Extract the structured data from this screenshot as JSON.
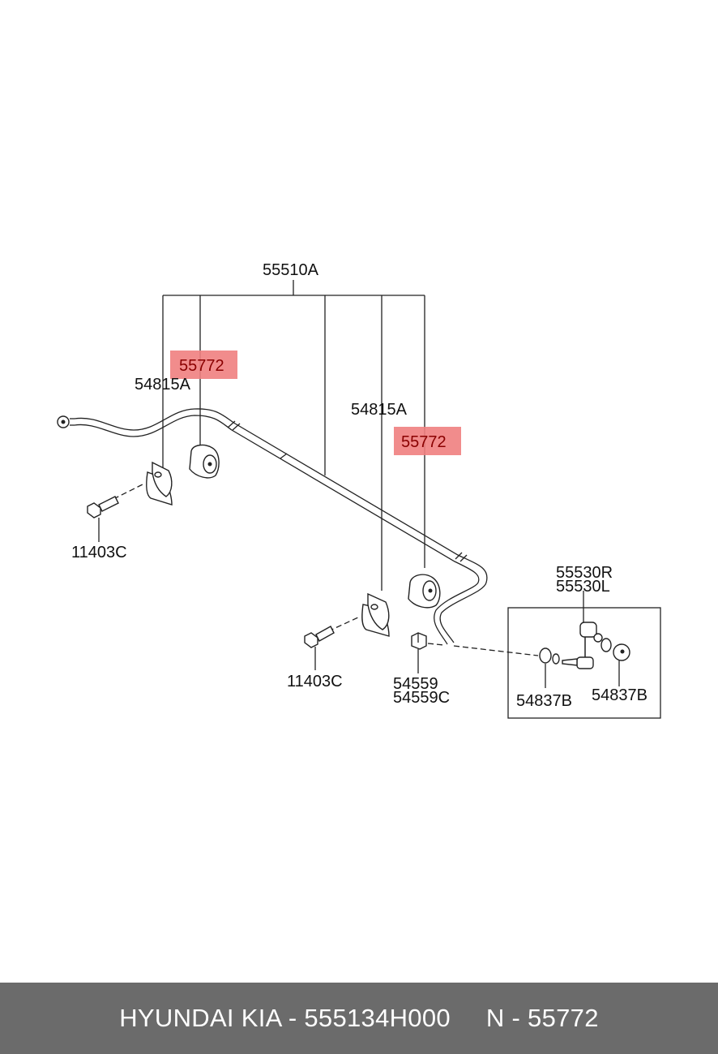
{
  "labels": {
    "main_bar": "55510A",
    "bracket_left": "54815A",
    "bracket_right": "54815A",
    "bushing_left": "55772",
    "bushing_right": "55772",
    "bolt_left": "11403C",
    "bolt_right": "11403C",
    "nut_a": "54559",
    "nut_b": "54559C",
    "link_r": "55530R",
    "link_l": "55530L",
    "link_bushing_left": "54837B",
    "link_bushing_right": "54837B"
  },
  "colors": {
    "highlight": "#f08080",
    "footer_bg": "#6b6b6b"
  },
  "footer": {
    "brand_part": "HYUNDAI KIA - 555134H000",
    "oem_ref": "N - 55772"
  }
}
